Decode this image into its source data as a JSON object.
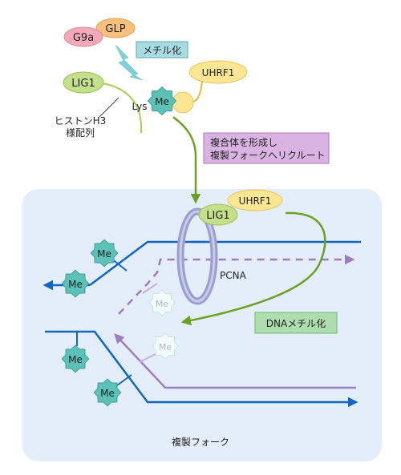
{
  "top": {
    "glp": "GLP",
    "g9a": "G9a",
    "methylation_box": "メチル化",
    "uhrf1": "UHRF1",
    "lig1": "LIG1",
    "lys": "Lys",
    "me": "Me",
    "histone_line1": "ヒストンH3",
    "histone_line2": "様配列"
  },
  "complex_box": {
    "line1": "複合体を形成し",
    "line2": "複製フォークへリクルート"
  },
  "fork": {
    "lig1": "LIG1",
    "uhrf1": "UHRF1",
    "pcna": "PCNA",
    "dna_methylation_box": "DNAメチル化",
    "caption": "複製フォーク",
    "me": "Me"
  },
  "colors": {
    "panel_bg": "#e3eefa",
    "dna_blue": "#1565c0",
    "purple": "#a07cc0",
    "green_arrow": "#6aa023",
    "me_teal": "#5cc2b8",
    "lig1_green": "#c5e08a",
    "uhrf1_yellow": "#fbe694",
    "glp_orange": "#f7c07e",
    "g9a_pink": "#f3a9b9",
    "pcna": "#9a9fd0",
    "methyl_box": "#a9dce2",
    "complex_box": "#d9b4e3",
    "dna_meth_box": "#aedeb0"
  }
}
